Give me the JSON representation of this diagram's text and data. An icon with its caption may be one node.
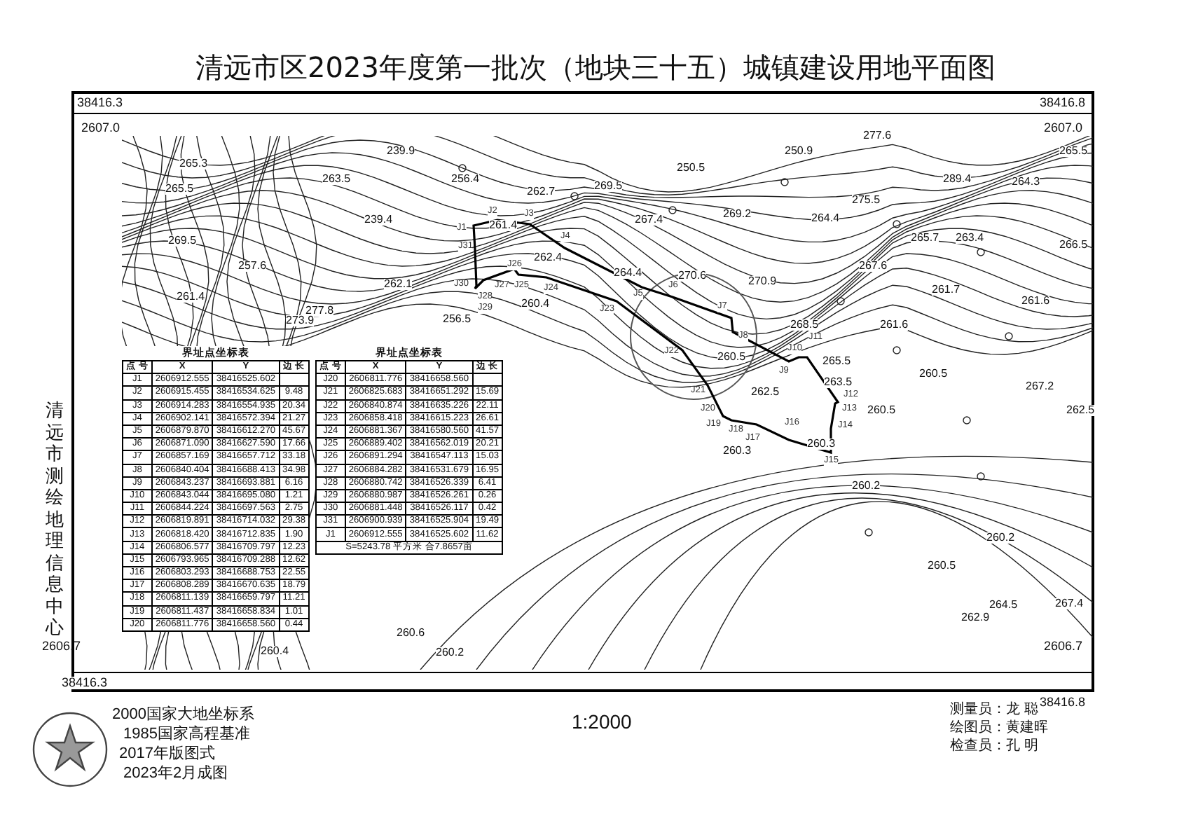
{
  "diagram": {
    "title": "清远市区2023年度第一批次（地块三十五）城镇建设用地平面图",
    "labels": [
      "38416.3",
      "38416.8",
      "2607.0",
      "2607.0",
      "265.3",
      "263.5",
      "265.5",
      "239.9",
      "256.4",
      "262.7",
      "269.5",
      "250.5",
      "250.9",
      "277.6",
      "265.5",
      "269.2",
      "264.4",
      "275.5",
      "289.4",
      "264.3",
      "267.4",
      "265.7",
      "263.4",
      "266.5",
      "269.5",
      "239.4",
      "261.4",
      "262.4",
      "257.6",
      "262.1",
      "264.4",
      "270.6",
      "270.9",
      "267.6",
      "260.4",
      "261.4",
      "261.7",
      "261.6",
      "256.5",
      "277.8",
      "273.9",
      "268.5",
      "261.6",
      "260.5",
      "265.5",
      "260.5",
      "263.5",
      "267.2",
      "262.5",
      "260.5",
      "262.5",
      "260.3",
      "260.3",
      "260.2",
      "260.2",
      "260.5",
      "264.5",
      "262.9",
      "267.4",
      "260.6",
      "260.4",
      "260.2",
      "J1",
      "J2",
      "J3",
      "J4",
      "J5",
      "J6",
      "J7",
      "J8",
      "J9",
      "J10",
      "J11",
      "J12",
      "J13",
      "J14",
      "J15",
      "J16",
      "J17",
      "J18",
      "J19",
      "J20",
      "J21",
      "J22",
      "J23",
      "J24",
      "J25",
      "J26",
      "J27",
      "J28",
      "J29",
      "J30",
      "J31",
      "界址点坐标表",
      "点 号",
      "X",
      "Y",
      "边 长",
      "J1",
      "2606912.555",
      "38416525.602",
      "J2",
      "2606915.455",
      "38416534.625",
      "9.48",
      "J3",
      "2606914.283",
      "38416554.935",
      "20.34",
      "J4",
      "2606902.141",
      "38416572.394",
      "21.27",
      "J5",
      "2606879.870",
      "38416612.270",
      "45.67",
      "J6",
      "2606871.090",
      "38416627.590",
      "17.66",
      "J7",
      "2606857.169",
      "38416657.712",
      "33.18",
      "J8",
      "2606840.404",
      "38416688.413",
      "34.98",
      "J9",
      "2606843.237",
      "38416693.881",
      "6.16",
      "J10",
      "2606843.044",
      "38416695.080",
      "1.21",
      "J11",
      "2606844.224",
      "38416697.563",
      "2.75",
      "J12",
      "2606819.891",
      "38416714.032",
      "29.38",
      "J13",
      "2606818.420",
      "38416712.835",
      "1.90",
      "J14",
      "2606806.577",
      "38416709.797",
      "12.23",
      "J15",
      "2606793.965",
      "38416709.288",
      "12.62",
      "J16",
      "2606803.293",
      "38416688.753",
      "22.55",
      "J17",
      "2606808.289",
      "38416670.635",
      "18.79",
      "J18",
      "2606811.139",
      "38416659.797",
      "11.21",
      "J19",
      "2606811.437",
      "38416658.834",
      "1.01",
      "J20",
      "2606811.776",
      "38416658.560",
      "0.44",
      "界址点坐标表",
      "点 号",
      "X",
      "Y",
      "边 长",
      "J20",
      "2606811.776",
      "38416658.560",
      "J21",
      "2606825.683",
      "38416651.292",
      "15.69",
      "J22",
      "2606840.874",
      "38416635.226",
      "22.11",
      "J23",
      "2606858.418",
      "38416615.223",
      "26.61",
      "J24",
      "2606881.367",
      "38416580.560",
      "41.57",
      "J25",
      "2606889.402",
      "38416562.019",
      "20.21",
      "J26",
      "2606891.294",
      "38416547.113",
      "15.03",
      "J27",
      "2606884.282",
      "38416531.679",
      "16.95",
      "J28",
      "2606880.742",
      "38416526.339",
      "6.41",
      "J29",
      "2606880.987",
      "38416526.261",
      "0.26",
      "J30",
      "2606881.448",
      "38416526.117",
      "0.42",
      "J31",
      "2606900.939",
      "38416525.904",
      "19.49",
      "J1",
      "2606912.555",
      "38416525.602",
      "11.62",
      "S=5243.78 平方米 合7.8657亩",
      "清远市测绘地理信息中心",
      "2606.7",
      "2606.7",
      "38416.3",
      "38416.8",
      "2000国家大地坐标系",
      "1985国家高程基准",
      "2017年版图式",
      "2023年2月成图",
      "1:2000",
      "测量员：龙 聪",
      "绘图员：黄建晖",
      "检查员：孔 明"
    ]
  }
}
